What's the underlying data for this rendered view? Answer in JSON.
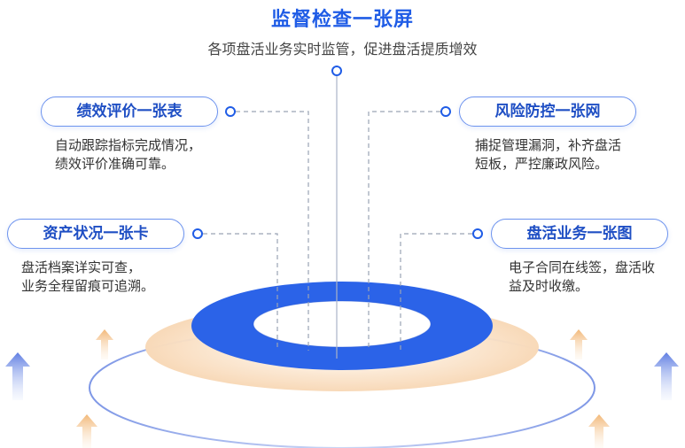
{
  "header": {
    "title": "监督检查一张屏",
    "subtitle": "各项盘活业务实时监管，促进盘活提质增效"
  },
  "left_items": [
    {
      "label": "绩效评价一张表",
      "desc_line1": "自动跟踪指标完成情况，",
      "desc_line2": "绩效评价准确可靠。"
    },
    {
      "label": "资产状况一张卡",
      "desc_line1": "盘活档案详实可查，",
      "desc_line2": "业务全程留痕可追溯。"
    }
  ],
  "right_items": [
    {
      "label": "风险防控一张网",
      "desc_line1": "捕捉管理漏洞，补齐盘活",
      "desc_line2": "短板，严控廉政风险。"
    },
    {
      "label": "盘活业务一张图",
      "desc_line1": "电子合同在线签，盘活收",
      "desc_line2": "益及时收缴。"
    }
  ],
  "colors": {
    "primary": "#1f5ce6",
    "ring_blue": "#2b63e8",
    "ring_orange": "#f7dcc0",
    "arrow_blue": "#6f8fe6",
    "arrow_orange": "#f5c792"
  }
}
